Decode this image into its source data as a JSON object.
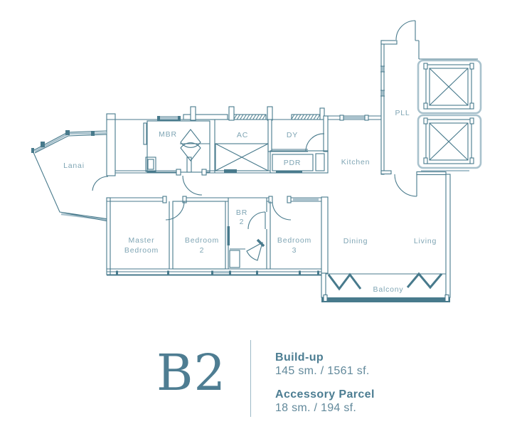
{
  "plan": {
    "rooms": {
      "lanai": "Lanai",
      "mbr": "MBR",
      "ac": "AC",
      "dy": "DY",
      "pdr": "PDR",
      "kitchen": "Kitchen",
      "pll": "PLL",
      "master_1": "Master",
      "master_2": "Bedroom",
      "bedroom2_1": "Bedroom",
      "bedroom2_2": "2",
      "br2_1": "BR",
      "br2_2": "2",
      "bedroom3_1": "Bedroom",
      "bedroom3_2": "3",
      "dining": "Dining",
      "living": "Living",
      "balcony": "Balcony"
    }
  },
  "legend": {
    "unit_name": "B2",
    "build_up_label": "Build-up",
    "build_up_value": "145 sm. / 1561 sf.",
    "accessory_label": "Accessory Parcel",
    "accessory_value": "18 sm. / 194 sf."
  },
  "colors": {
    "wall": "#487a8c",
    "room_label": "#7fa5b4",
    "accent_text": "#4e7d92",
    "light_accent": "#a9c2cd"
  }
}
